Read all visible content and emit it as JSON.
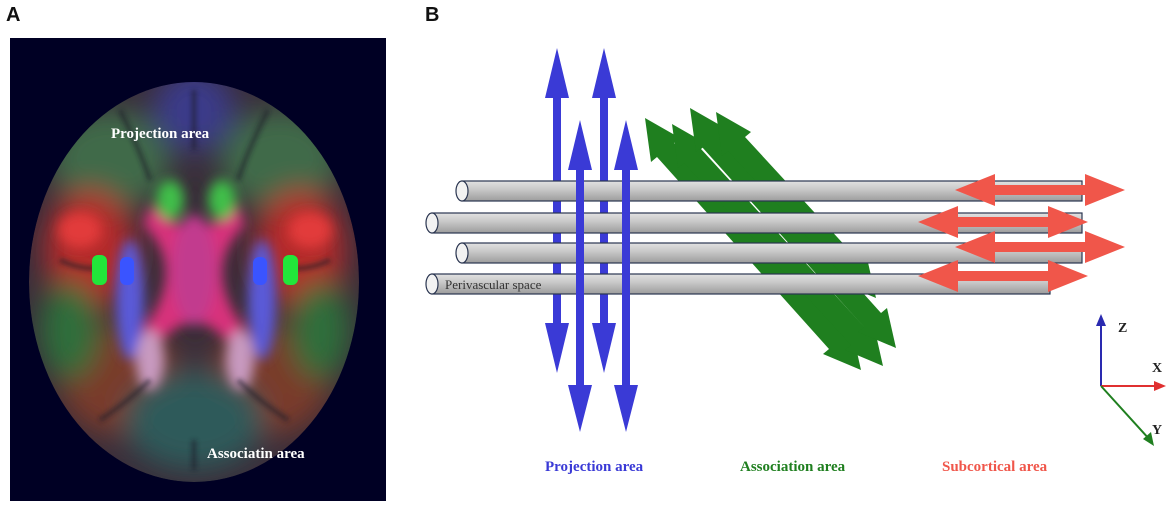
{
  "panel_a": {
    "letter": "A",
    "label_projection": "Projection area",
    "label_association": "Associatin area"
  },
  "panel_b": {
    "letter": "B",
    "tube_label": "Perivascular space",
    "legend_projection": "Projection area",
    "legend_association": "Association area",
    "legend_subcortical": "Subcortical area",
    "axis_z": "Z",
    "axis_x": "X",
    "axis_y": "Y"
  },
  "colors": {
    "projection": "#3a3ad6",
    "association": "#1f7f1f",
    "subcortical": "#f0564a",
    "tube_fill": "#c4c4c4",
    "tube_stroke": "#2a3550",
    "brain_background": "#000024"
  }
}
